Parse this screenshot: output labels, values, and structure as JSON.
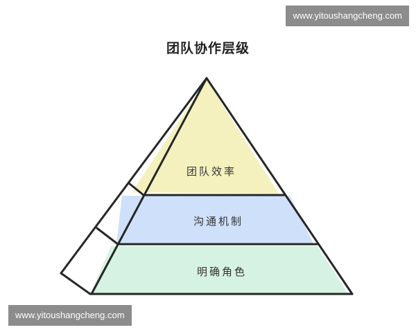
{
  "title": "团队协作层级",
  "layers": [
    {
      "label": "团队效率",
      "color": "#f4f1bf"
    },
    {
      "label": "沟通机制",
      "color": "#cfe0fb"
    },
    {
      "label": "明确角色",
      "color": "#d6f2e2"
    }
  ],
  "watermark": "www.yitoushangcheng.com",
  "outline_color": "#262626"
}
